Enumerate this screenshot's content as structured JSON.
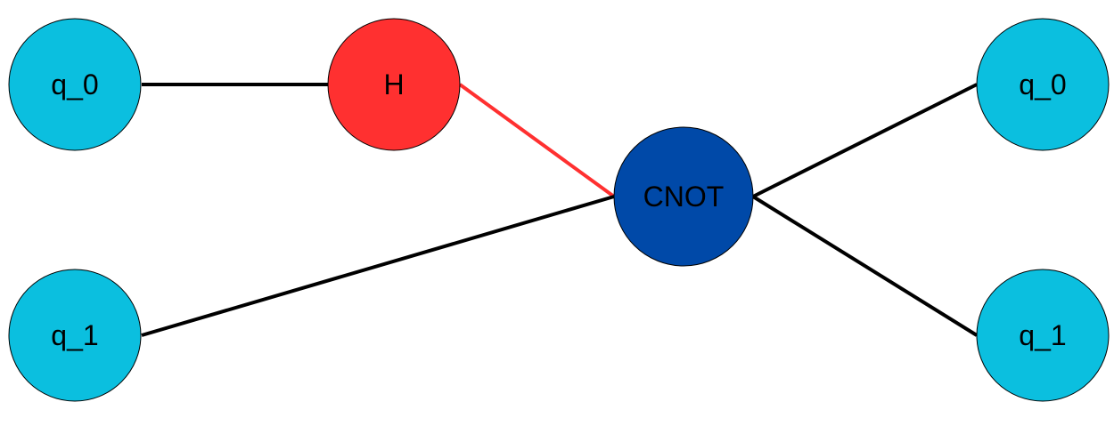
{
  "colors": {
    "qubit_fill": "#0bbfdf",
    "hadamard_fill": "#ff3030",
    "cnot_fill": "#0049a8",
    "edge_default": "#000000",
    "edge_highlight": "#ff3030",
    "background": "#ffffff"
  },
  "nodes": {
    "q0_in": {
      "label": "q_0",
      "kind": "qubit"
    },
    "q1_in": {
      "label": "q_1",
      "kind": "qubit"
    },
    "h_gate": {
      "label": "H",
      "kind": "hadamard"
    },
    "cnot_gate": {
      "label": "CNOT",
      "kind": "cnot"
    },
    "q0_out": {
      "label": "q_0",
      "kind": "qubit"
    },
    "q1_out": {
      "label": "q_1",
      "kind": "qubit"
    }
  },
  "edges": [
    {
      "from": "q0_in",
      "to": "h_gate",
      "highlight": false
    },
    {
      "from": "h_gate",
      "to": "cnot_gate",
      "highlight": true
    },
    {
      "from": "q1_in",
      "to": "cnot_gate",
      "highlight": false
    },
    {
      "from": "cnot_gate",
      "to": "q0_out",
      "highlight": false
    },
    {
      "from": "cnot_gate",
      "to": "q1_out",
      "highlight": false
    }
  ]
}
